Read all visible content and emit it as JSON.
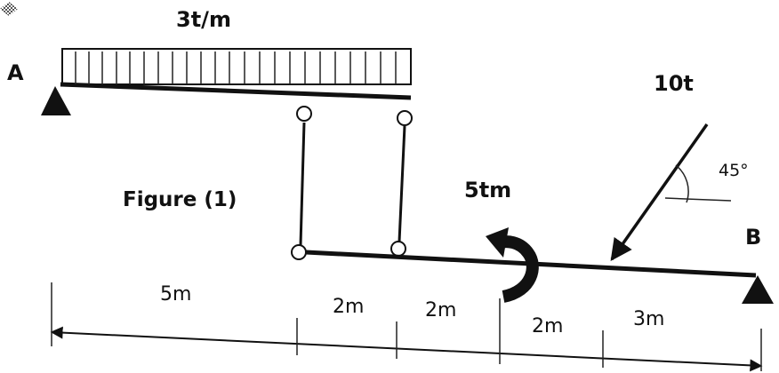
{
  "labels": {
    "point_a": "A",
    "point_b": "B",
    "distributed_load": "3t/m",
    "point_load": "10t",
    "angle": "45°",
    "moment": "5tm",
    "figure_caption": "Figure (1)"
  },
  "dimensions": {
    "d1": "5m",
    "d2": "2m",
    "d3": "2m",
    "d4": "2m",
    "d5": "3m"
  },
  "colors": {
    "ink": "#111111",
    "background": "#ffffff"
  },
  "icons": {
    "corner_mark": "dither-pattern-icon"
  }
}
